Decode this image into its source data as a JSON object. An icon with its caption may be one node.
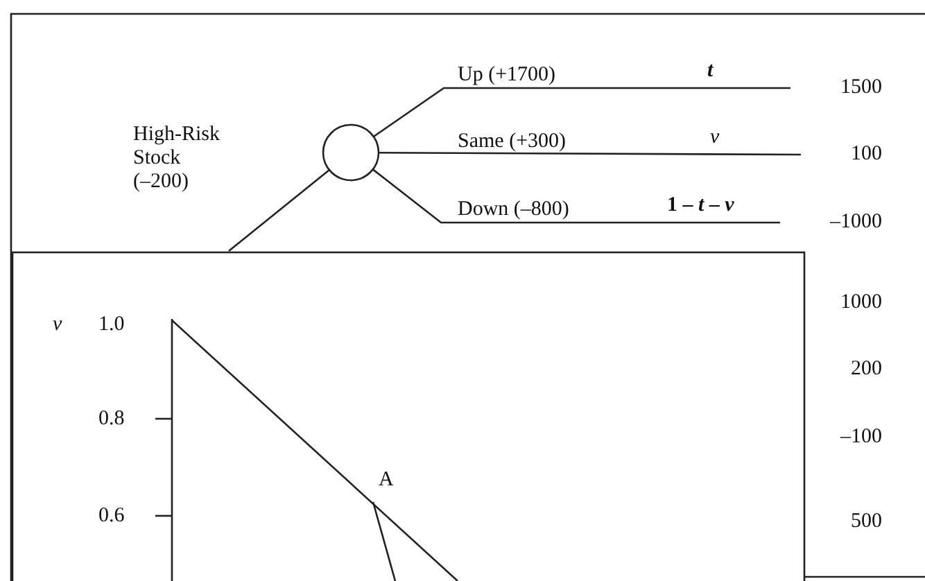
{
  "diagram": {
    "nodes": [
      {
        "text": [],
        "shape": "circle"
      },
      {
        "text": [
          "1500"
        ]
      },
      {
        "text": [
          "100"
        ]
      },
      {
        "text": [
          "–1000"
        ]
      }
    ],
    "edges": [
      {
        "from": null,
        "to": 0,
        "arrow": "none",
        "label": "High-Risk Stock (–200)"
      },
      {
        "from": 0,
        "to": 1,
        "arrow": "none",
        "label": "Up (+1700)"
      },
      {
        "from": 0,
        "to": 2,
        "arrow": "none",
        "label": "Same (+300)"
      },
      {
        "from": 0,
        "to": 3,
        "arrow": "none",
        "label": "Down (–800)"
      }
    ],
    "labels": [
      "t",
      "v",
      "1 – *t* – *v*",
      "v",
      "1.0",
      "0.8",
      "0.6",
      "A",
      "1000",
      "200",
      "–100",
      "500"
    ]
  }
}
